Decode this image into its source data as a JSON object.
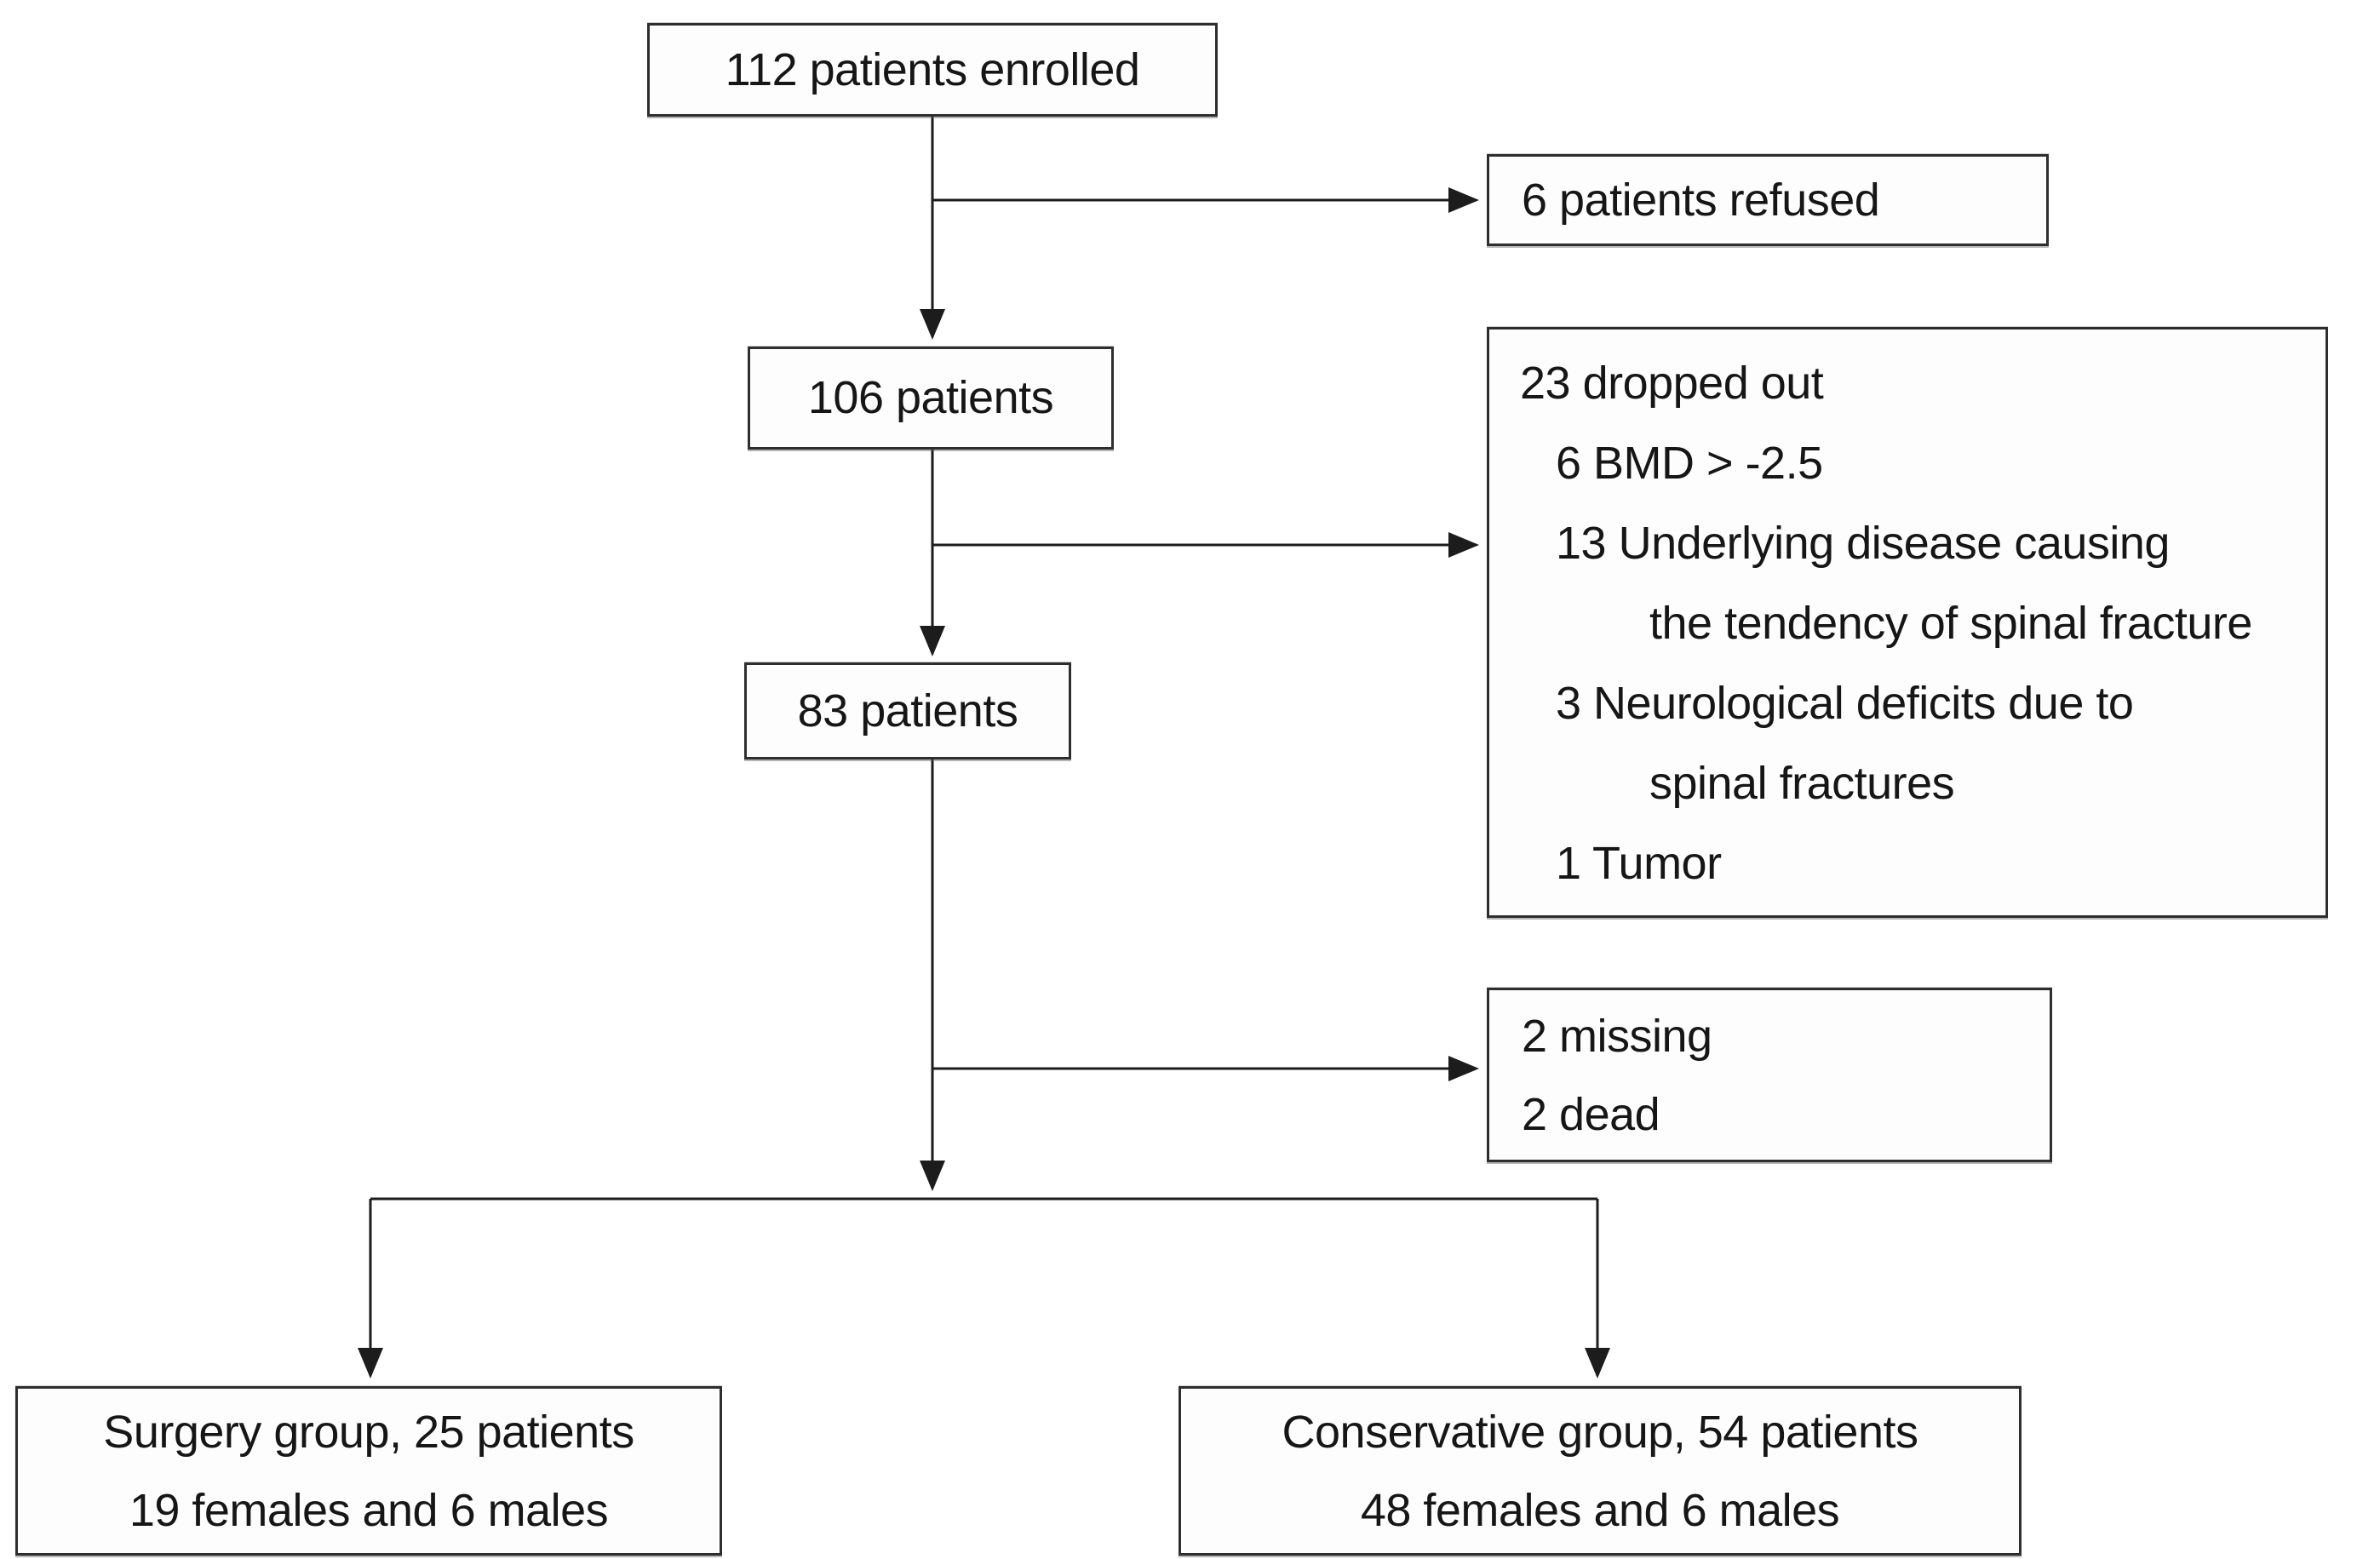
{
  "diagram": {
    "type": "patient-flow-diagram",
    "nodes": {
      "enrolled": {
        "label": "112 patients enrolled"
      },
      "refused": {
        "label": "6 patients refused"
      },
      "patients_106": {
        "label": "106 patients"
      },
      "dropped_out": {
        "header": "23 dropped out",
        "items": [
          {
            "text": "6 BMD > -2.5",
            "indent": 1
          },
          {
            "text": "13 Underlying disease causing",
            "indent": 1
          },
          {
            "text": "the tendency of spinal fracture",
            "indent": 2
          },
          {
            "text": "3 Neurological deficits due to",
            "indent": 1
          },
          {
            "text": "spinal fractures",
            "indent": 2
          },
          {
            "text": "1 Tumor",
            "indent": 1
          }
        ]
      },
      "patients_83": {
        "label": "83 patients"
      },
      "attrition": {
        "line1": "2 missing",
        "line2": "2 dead"
      },
      "surgery": {
        "line1": "Surgery group, 25 patients",
        "line2": "19 females and 6 males"
      },
      "conservative": {
        "line1": "Conservative group, 54 patients",
        "line2": "48 females and 6 males"
      }
    },
    "colors": {
      "background": "#ffffff",
      "box_border": "#2e2e2e",
      "text": "#161616",
      "connector": "#1c1c1c"
    }
  }
}
